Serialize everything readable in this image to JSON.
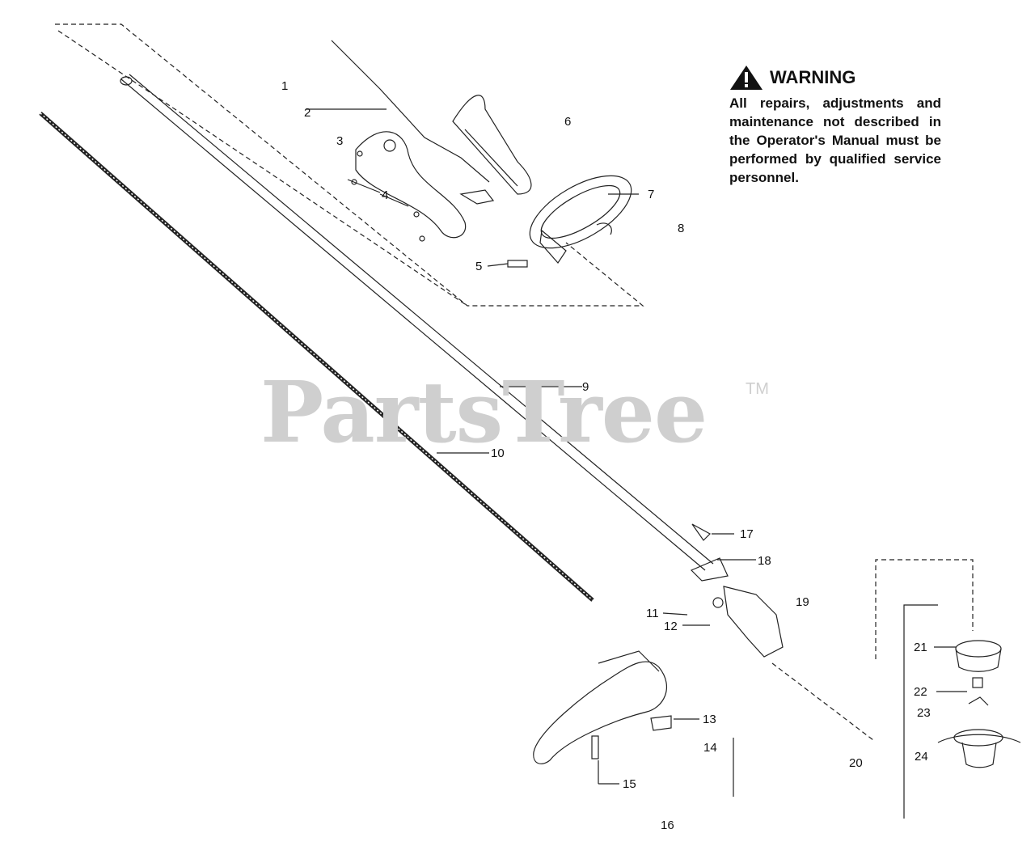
{
  "watermark": {
    "brand": "PartsTree",
    "trademark": "TM"
  },
  "warning": {
    "heading": "WARNING",
    "text": "All repairs, adjustments and maintenance not described in the Operator's Manual must be performed by qualified service personnel."
  },
  "callouts": [
    {
      "id": "1",
      "label": "1"
    },
    {
      "id": "2",
      "label": "2"
    },
    {
      "id": "3",
      "label": "3"
    },
    {
      "id": "4",
      "label": "4"
    },
    {
      "id": "5",
      "label": "5"
    },
    {
      "id": "6",
      "label": "6"
    },
    {
      "id": "7",
      "label": "7"
    },
    {
      "id": "8",
      "label": "8"
    },
    {
      "id": "9",
      "label": "9"
    },
    {
      "id": "10",
      "label": "10"
    },
    {
      "id": "11",
      "label": "11"
    },
    {
      "id": "12",
      "label": "12"
    },
    {
      "id": "13",
      "label": "13"
    },
    {
      "id": "14",
      "label": "14"
    },
    {
      "id": "15",
      "label": "15"
    },
    {
      "id": "16",
      "label": "16"
    },
    {
      "id": "17",
      "label": "17"
    },
    {
      "id": "18",
      "label": "18"
    },
    {
      "id": "19",
      "label": "19"
    },
    {
      "id": "20",
      "label": "20"
    },
    {
      "id": "21",
      "label": "21"
    },
    {
      "id": "22",
      "label": "22"
    },
    {
      "id": "23",
      "label": "23"
    },
    {
      "id": "24",
      "label": "24"
    }
  ]
}
